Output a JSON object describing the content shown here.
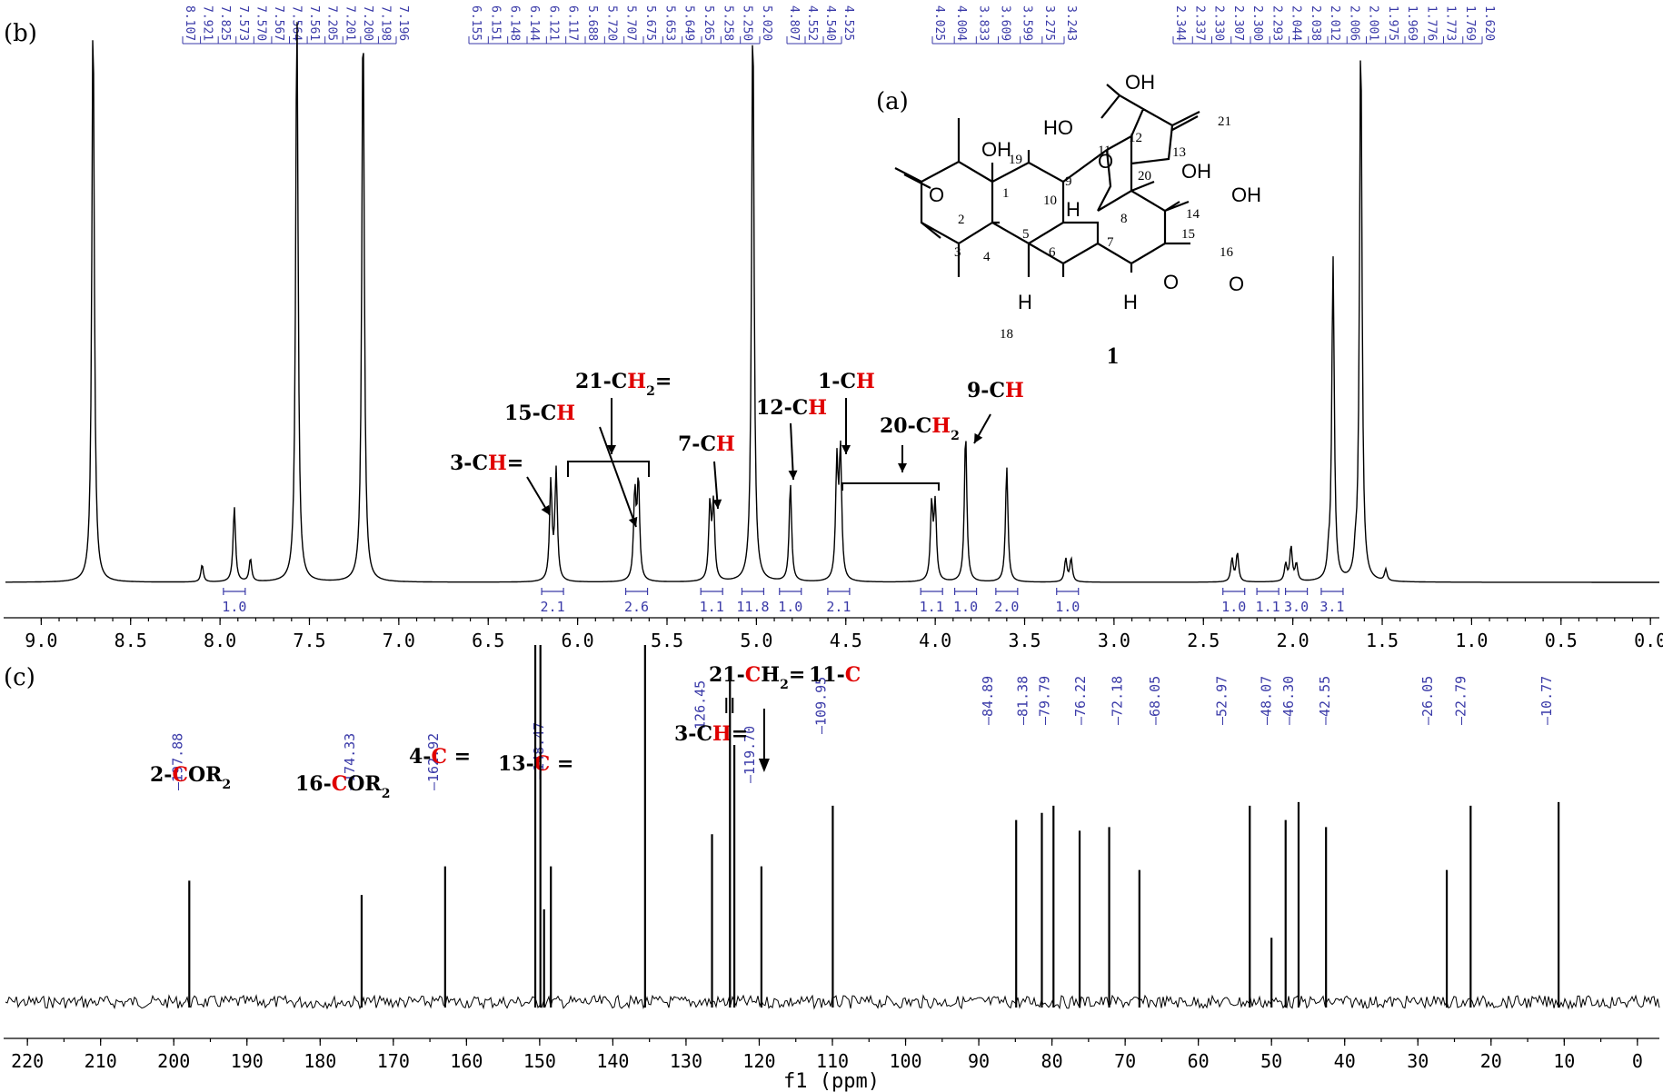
{
  "panels": {
    "a": "(a)",
    "b": "(b)",
    "c": "(c)"
  },
  "compound_label": "1",
  "xlabel": "f1 (ppm)",
  "colors": {
    "spectrum": "#000000",
    "shift_labels": "#3a3aa8",
    "highlight": "#e00000"
  },
  "molecule": {
    "atom_labels": [
      "OH",
      "HO",
      "OH",
      "OH",
      "O",
      "O",
      "O",
      "O",
      "H",
      "H",
      "H"
    ],
    "numbering": [
      "21",
      "12",
      "13",
      "11",
      "20",
      "19",
      "9",
      "1",
      "10",
      "14",
      "15",
      "2",
      "8",
      "16",
      "3",
      "4",
      "5",
      "6",
      "7",
      "18"
    ]
  },
  "chart_data": [
    {
      "id": "1H",
      "type": "line",
      "xlim": [
        9.2,
        -0.05
      ],
      "ticks": [
        "9.0",
        "8.5",
        "8.0",
        "7.5",
        "7.0",
        "6.5",
        "6.0",
        "5.5",
        "5.0",
        "4.5",
        "4.0",
        "3.5",
        "3.0",
        "2.5",
        "2.0",
        "1.5",
        "1.0",
        "0.5",
        "0.0"
      ],
      "peak_shift_labels": [
        "8.107",
        "7.921",
        "7.825",
        "7.573",
        "7.570",
        "7.567",
        "7.564",
        "7.561",
        "7.205",
        "7.201",
        "7.200",
        "7.198",
        "7.196",
        "6.155",
        "6.151",
        "6.148",
        "6.144",
        "6.121",
        "6.117",
        "5.688",
        "5.720",
        "5.707",
        "5.675",
        "5.653",
        "5.649",
        "5.265",
        "5.258",
        "5.250",
        "5.020",
        "4.807",
        "4.552",
        "4.540",
        "4.525",
        "4.025",
        "4.004",
        "3.833",
        "3.609",
        "3.599",
        "3.275",
        "3.243",
        "2.344",
        "2.337",
        "2.330",
        "2.307",
        "2.300",
        "2.293",
        "2.044",
        "2.038",
        "2.012",
        "2.006",
        "2.001",
        "1.975",
        "1.969",
        "1.776",
        "1.773",
        "1.769",
        "1.620"
      ],
      "peaks": [
        {
          "x": 8.71,
          "h": 1.0
        },
        {
          "x": 8.1,
          "h": 0.03
        },
        {
          "x": 7.92,
          "h": 0.13
        },
        {
          "x": 7.83,
          "h": 0.04
        },
        {
          "x": 7.57,
          "h": 1.0
        },
        {
          "x": 7.2,
          "h": 1.0
        },
        {
          "x": 6.15,
          "h": 0.17
        },
        {
          "x": 6.12,
          "h": 0.19
        },
        {
          "x": 5.68,
          "h": 0.15
        },
        {
          "x": 5.66,
          "h": 0.17
        },
        {
          "x": 5.26,
          "h": 0.13
        },
        {
          "x": 5.24,
          "h": 0.13
        },
        {
          "x": 5.02,
          "h": 1.0
        },
        {
          "x": 4.81,
          "h": 0.17
        },
        {
          "x": 4.55,
          "h": 0.2
        },
        {
          "x": 4.53,
          "h": 0.22
        },
        {
          "x": 4.02,
          "h": 0.13
        },
        {
          "x": 4.0,
          "h": 0.13
        },
        {
          "x": 3.83,
          "h": 0.26
        },
        {
          "x": 3.6,
          "h": 0.2
        },
        {
          "x": 3.27,
          "h": 0.04
        },
        {
          "x": 3.24,
          "h": 0.04
        },
        {
          "x": 2.34,
          "h": 0.04
        },
        {
          "x": 2.31,
          "h": 0.05
        },
        {
          "x": 2.04,
          "h": 0.03
        },
        {
          "x": 2.01,
          "h": 0.06
        },
        {
          "x": 1.98,
          "h": 0.03
        },
        {
          "x": 1.8,
          "h": 0.03
        },
        {
          "x": 1.775,
          "h": 0.56
        },
        {
          "x": 1.65,
          "h": 0.03
        },
        {
          "x": 1.62,
          "h": 0.96
        },
        {
          "x": 1.48,
          "h": 0.02
        }
      ],
      "integrations": [
        {
          "x": 7.92,
          "label": "1.0"
        },
        {
          "x": 6.14,
          "label": "2.1"
        },
        {
          "x": 5.67,
          "label": "2.6"
        },
        {
          "x": 5.25,
          "label": "1.1"
        },
        {
          "x": 5.02,
          "label": "11.8"
        },
        {
          "x": 4.81,
          "label": "1.0"
        },
        {
          "x": 4.54,
          "label": "2.1"
        },
        {
          "x": 4.02,
          "label": "1.1"
        },
        {
          "x": 3.83,
          "label": "1.0"
        },
        {
          "x": 3.6,
          "label": "2.0"
        },
        {
          "x": 3.26,
          "label": "1.0"
        },
        {
          "x": 2.33,
          "label": "1.0"
        },
        {
          "x": 2.14,
          "label": "1.1"
        },
        {
          "x": 1.98,
          "label": "3.0"
        },
        {
          "x": 1.78,
          "label": "3.1"
        }
      ],
      "annotations": [
        {
          "pre": "3-C",
          "red": "H",
          "post": "="
        },
        {
          "pre": "15-C",
          "red": "H",
          "post": ""
        },
        {
          "pre": "21-C",
          "red": "H",
          "sub": "2",
          "post": "="
        },
        {
          "pre": "7-C",
          "red": "H",
          "post": ""
        },
        {
          "pre": "12-C",
          "red": "H",
          "post": ""
        },
        {
          "pre": "1-C",
          "red": "H",
          "post": ""
        },
        {
          "pre": "20-C",
          "red": "H",
          "sub": "2",
          "post": ""
        },
        {
          "pre": "9-C",
          "red": "H",
          "post": ""
        }
      ]
    },
    {
      "id": "13C",
      "type": "line",
      "xlim": [
        223,
        -3
      ],
      "ticks": [
        "220",
        "210",
        "200",
        "190",
        "180",
        "170",
        "160",
        "150",
        "140",
        "130",
        "120",
        "110",
        "100",
        "90",
        "80",
        "70",
        "60",
        "50",
        "40",
        "30",
        "20",
        "10",
        "0"
      ],
      "peak_shift_labels": [
        "197.88",
        "174.33",
        "162.92",
        "148.47",
        "126.45",
        "119.70",
        "109.95",
        "84.89",
        "81.38",
        "79.79",
        "76.22",
        "72.18",
        "68.05",
        "52.97",
        "48.07",
        "46.30",
        "42.55",
        "26.05",
        "22.79",
        "10.77"
      ],
      "peaks": [
        {
          "x": 197.88,
          "h": 0.34
        },
        {
          "x": 174.33,
          "h": 0.3
        },
        {
          "x": 162.92,
          "h": 0.38
        },
        {
          "x": 150.6,
          "h": 1.0
        },
        {
          "x": 149.9,
          "h": 1.0
        },
        {
          "x": 149.4,
          "h": 0.26
        },
        {
          "x": 148.47,
          "h": 0.38
        },
        {
          "x": 135.6,
          "h": 1.0
        },
        {
          "x": 126.45,
          "h": 0.47
        },
        {
          "x": 124.0,
          "h": 0.9
        },
        {
          "x": 123.4,
          "h": 0.72
        },
        {
          "x": 119.7,
          "h": 0.38
        },
        {
          "x": 109.95,
          "h": 0.55
        },
        {
          "x": 84.89,
          "h": 0.51
        },
        {
          "x": 81.38,
          "h": 0.53
        },
        {
          "x": 79.79,
          "h": 0.55
        },
        {
          "x": 76.22,
          "h": 0.48
        },
        {
          "x": 72.18,
          "h": 0.49
        },
        {
          "x": 68.05,
          "h": 0.37
        },
        {
          "x": 52.97,
          "h": 0.55
        },
        {
          "x": 50.0,
          "h": 0.18
        },
        {
          "x": 48.07,
          "h": 0.51
        },
        {
          "x": 46.3,
          "h": 0.56
        },
        {
          "x": 42.55,
          "h": 0.49
        },
        {
          "x": 26.05,
          "h": 0.37
        },
        {
          "x": 22.79,
          "h": 0.55
        },
        {
          "x": 10.77,
          "h": 0.56
        }
      ],
      "annotations": [
        {
          "pre": "2-",
          "red": "C",
          "post": "OR",
          "sub": "2"
        },
        {
          "pre": "16-",
          "red": "C",
          "post": "OR",
          "sub": "2"
        },
        {
          "pre": "4-",
          "red": "C",
          "post": " ="
        },
        {
          "pre": "13-",
          "red": "C",
          "post": " ="
        },
        {
          "pre": "21-",
          "red": "C",
          "post": "H",
          "sub": "2",
          "post2": "="
        },
        {
          "pre": "3-C",
          "red": "H",
          "post": "="
        },
        {
          "pre": "11-",
          "red": "C",
          "post": ""
        }
      ]
    }
  ]
}
